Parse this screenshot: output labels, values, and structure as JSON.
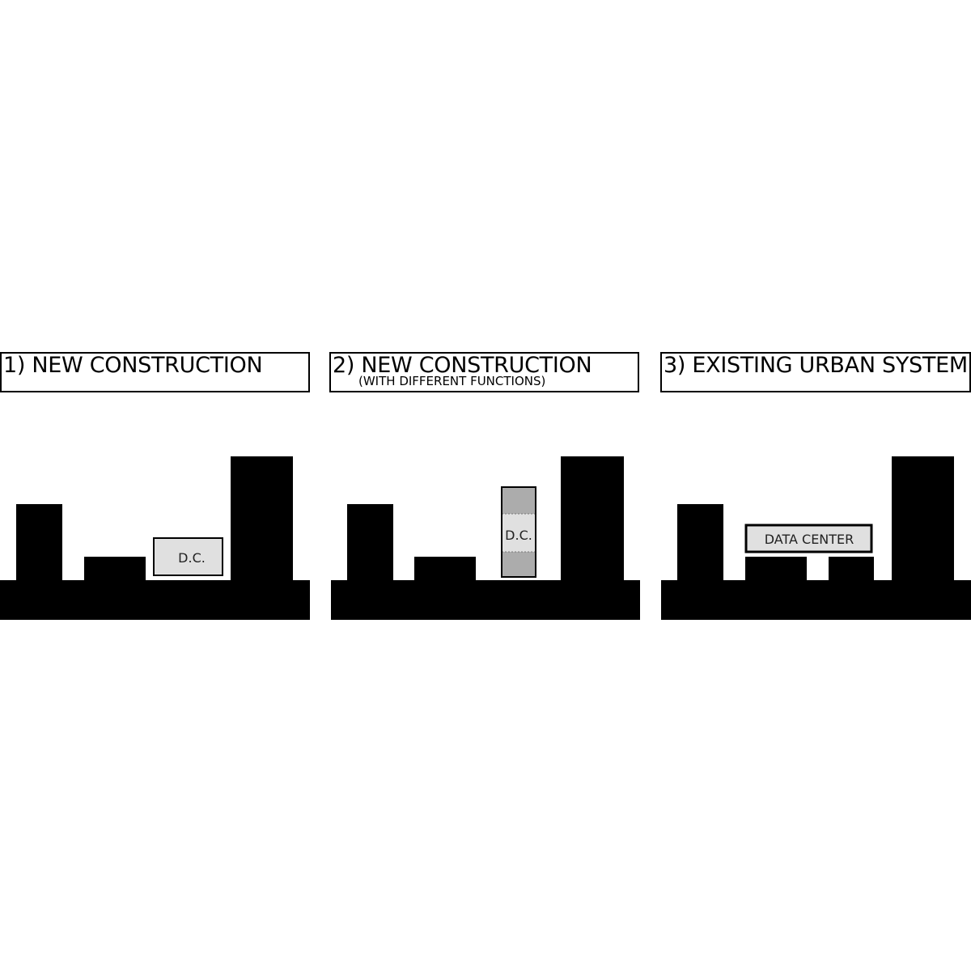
{
  "panels": [
    {
      "title": "1) NEW CONSTRUCTION",
      "subtitle": "",
      "data_center_label": "D.C."
    },
    {
      "title": "2) NEW CONSTRUCTION",
      "subtitle": "(WITH DIFFERENT FUNCTIONS)",
      "data_center_label": "D.C."
    },
    {
      "title": "3) EXISTING URBAN SYSTEM",
      "subtitle": "",
      "data_center_label": "DATA CENTER"
    }
  ],
  "colors": {
    "building": "#000000",
    "data_center_fill": "#e0e0e0",
    "data_center_band": "#acacac",
    "outline": "#000000",
    "background": "#ffffff"
  }
}
